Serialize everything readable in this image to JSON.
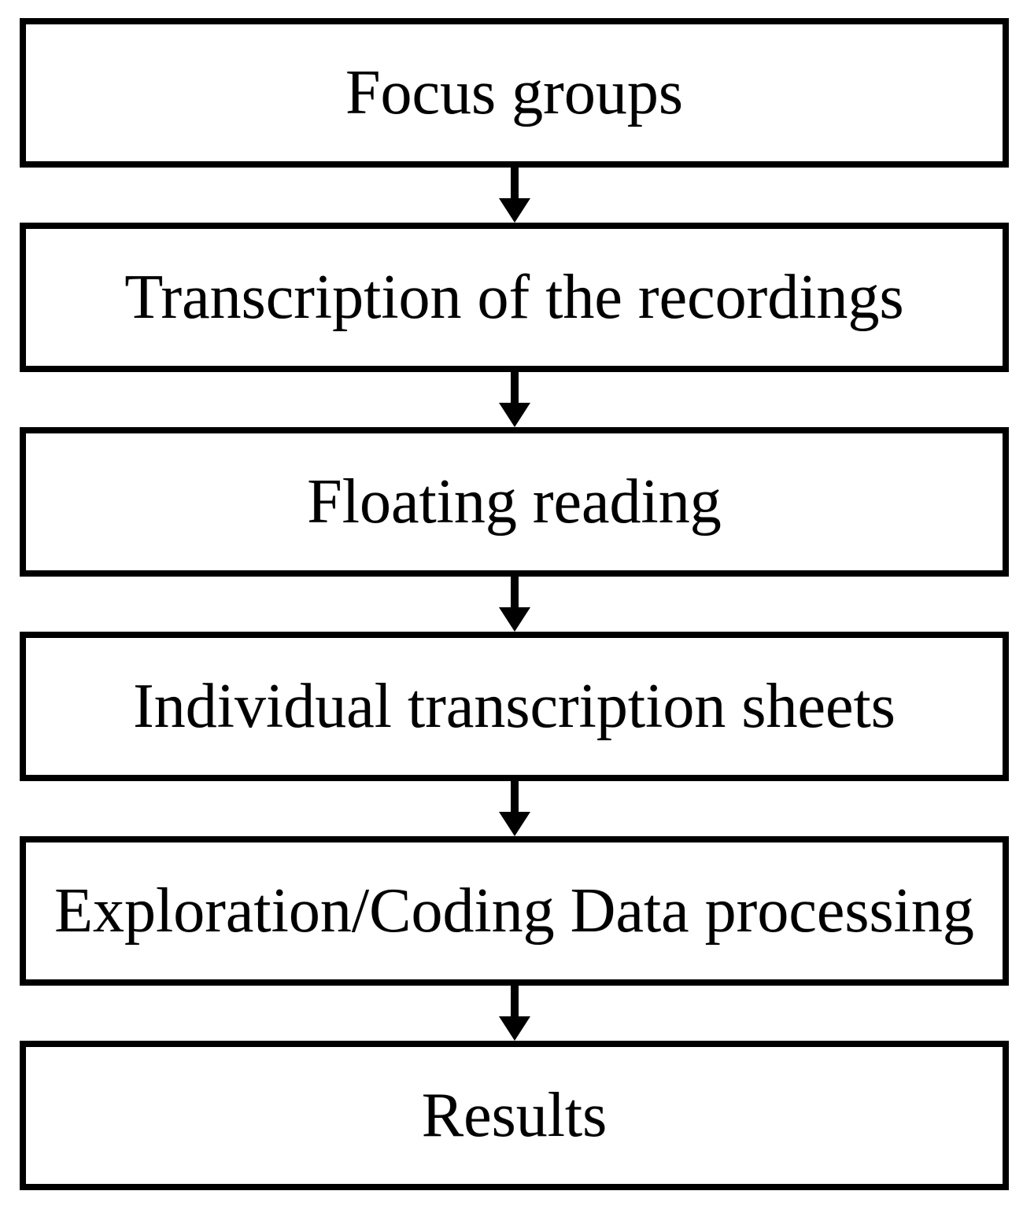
{
  "diagram": {
    "type": "flowchart",
    "direction": "top-down",
    "steps": [
      {
        "label": "Focus groups"
      },
      {
        "label": "Transcription of the recordings"
      },
      {
        "label": "Floating reading"
      },
      {
        "label": "Individual transcription sheets"
      },
      {
        "label": "Exploration/Coding Data processing"
      },
      {
        "label": "Results"
      }
    ],
    "connectors": {
      "icon": "arrow-down-icon",
      "count": 5,
      "style": "solid filled arrowhead"
    },
    "colors": {
      "background": "#ffffff",
      "box_fill": "#ffffff",
      "box_border": "#000000",
      "text": "#000000",
      "arrow": "#000000"
    }
  }
}
